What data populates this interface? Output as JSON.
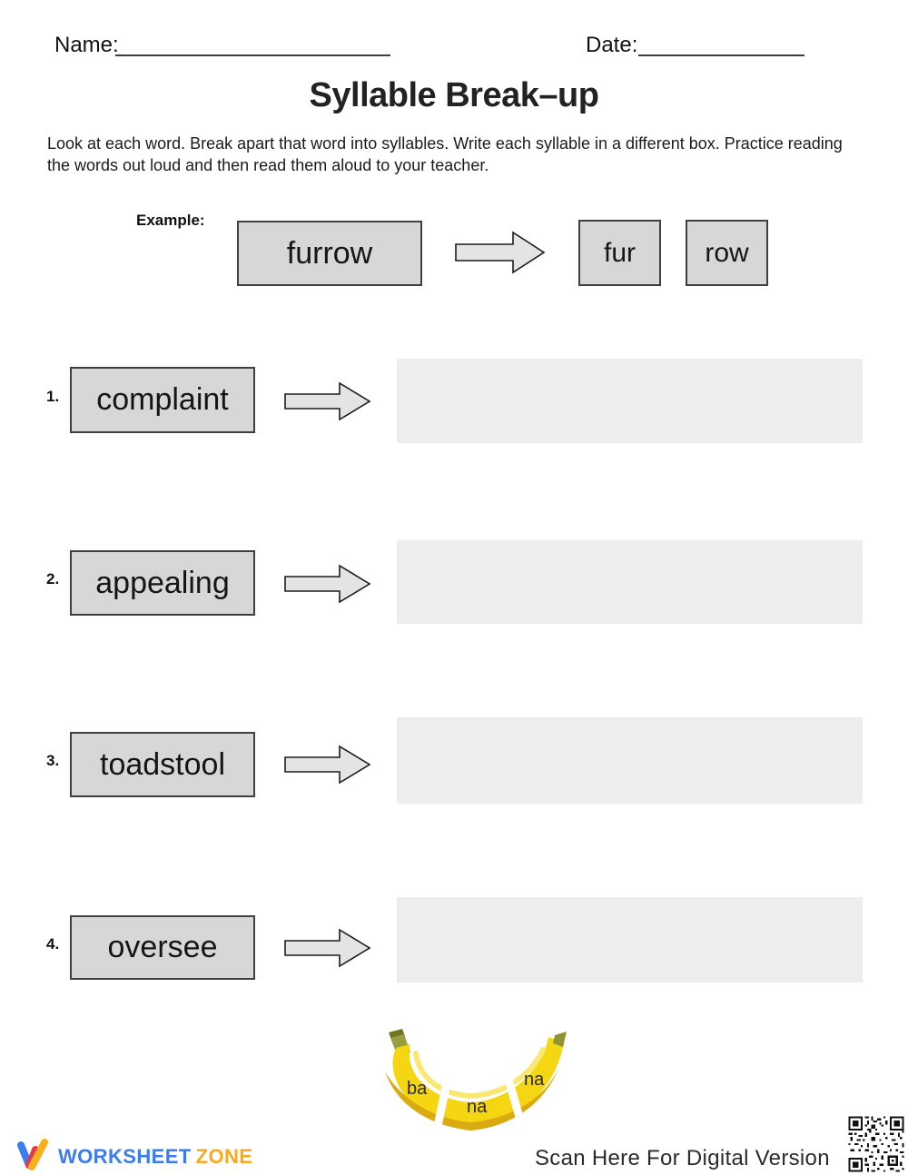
{
  "header": {
    "name_label": "Name:",
    "date_label": "Date:"
  },
  "title": "Syllable Break–up",
  "instructions_line1": "Look at each word. Break apart that word into syllables. Write each syllable in a different box. Practice reading",
  "instructions_line2": "the words out loud and then read them aloud to your teacher.",
  "example": {
    "label": "Example:",
    "word": "furrow",
    "syllable1": "fur",
    "syllable2": "row"
  },
  "items": [
    {
      "number": "1.",
      "word": "complaint"
    },
    {
      "number": "2.",
      "word": "appealing"
    },
    {
      "number": "3.",
      "word": "toadstool"
    },
    {
      "number": "4.",
      "word": "oversee"
    }
  ],
  "banana": {
    "syllable1": "ba",
    "syllable2": "na",
    "syllable3": "na"
  },
  "footer": {
    "brand_name": "WORKSHEET",
    "brand_suffix": "ZONE",
    "scan_label": "Scan Here For Digital Version"
  },
  "colors": {
    "word_box_fill": "#d7d7d7",
    "word_box_border": "#3f3f3f",
    "answer_box_fill": "#ededed",
    "arrow_fill": "#e4e4e4",
    "banana_yellow": "#f5d613",
    "banana_shadow": "#d9ab10",
    "stem_olive": "#9a9d3e",
    "brand_blue": "#3b7cf2",
    "brand_orange": "#f9a91e"
  }
}
